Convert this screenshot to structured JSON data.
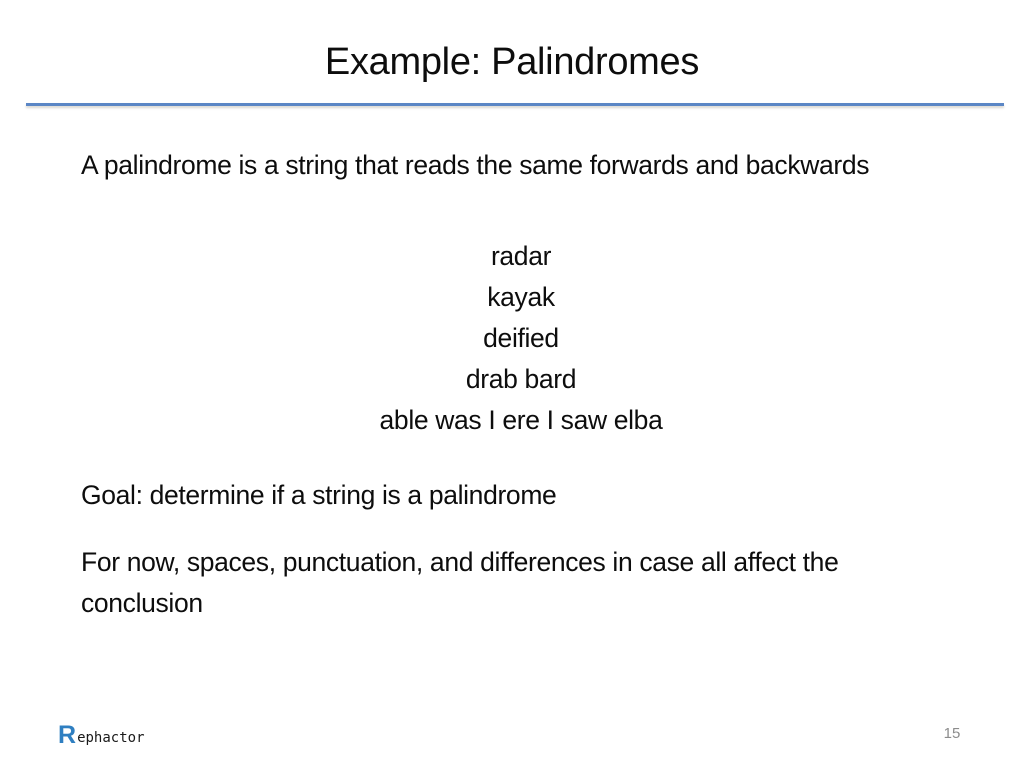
{
  "slide": {
    "title": "Example: Palindromes",
    "definition": "A palindrome is a string that reads the same forwards and backwards",
    "examples": [
      "radar",
      "kayak",
      "deified",
      "drab bard",
      "able was I ere I saw elba"
    ],
    "goal": "Goal: determine if a string is a palindrome",
    "note": "For now, spaces, punctuation, and differences in case all affect the conclusion",
    "page_number": "15"
  },
  "footer": {
    "logo_initial": "R",
    "logo_rest": "ephactor"
  },
  "colors": {
    "title_rule": "#5b86c5",
    "logo_accent": "#2f7fc1",
    "page_number": "#8c8c8c"
  }
}
